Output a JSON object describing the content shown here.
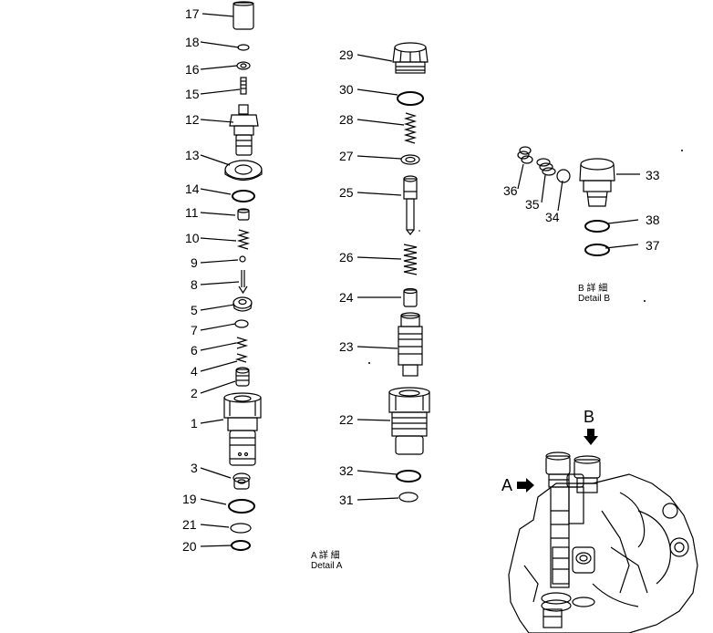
{
  "left_column": {
    "labels": [
      "17",
      "18",
      "16",
      "15",
      "12",
      "13",
      "14",
      "11",
      "10",
      "9",
      "8",
      "5",
      "7",
      "6",
      "4",
      "2",
      "1",
      "3",
      "19",
      "21",
      "20"
    ]
  },
  "middle_column": {
    "labels": [
      "29",
      "30",
      "28",
      "27",
      "25",
      "26",
      "24",
      "23",
      "22",
      "32",
      "31"
    ]
  },
  "detail_b": {
    "labels": [
      "36",
      "35",
      "34",
      "33",
      "38",
      "37"
    ],
    "caption_kanji": "B 詳 細",
    "caption": "Detail B"
  },
  "detail_a": {
    "caption_kanji": "A 詳 細",
    "caption": "Detail A"
  },
  "view_arrows": {
    "a": "A",
    "b": "B"
  }
}
